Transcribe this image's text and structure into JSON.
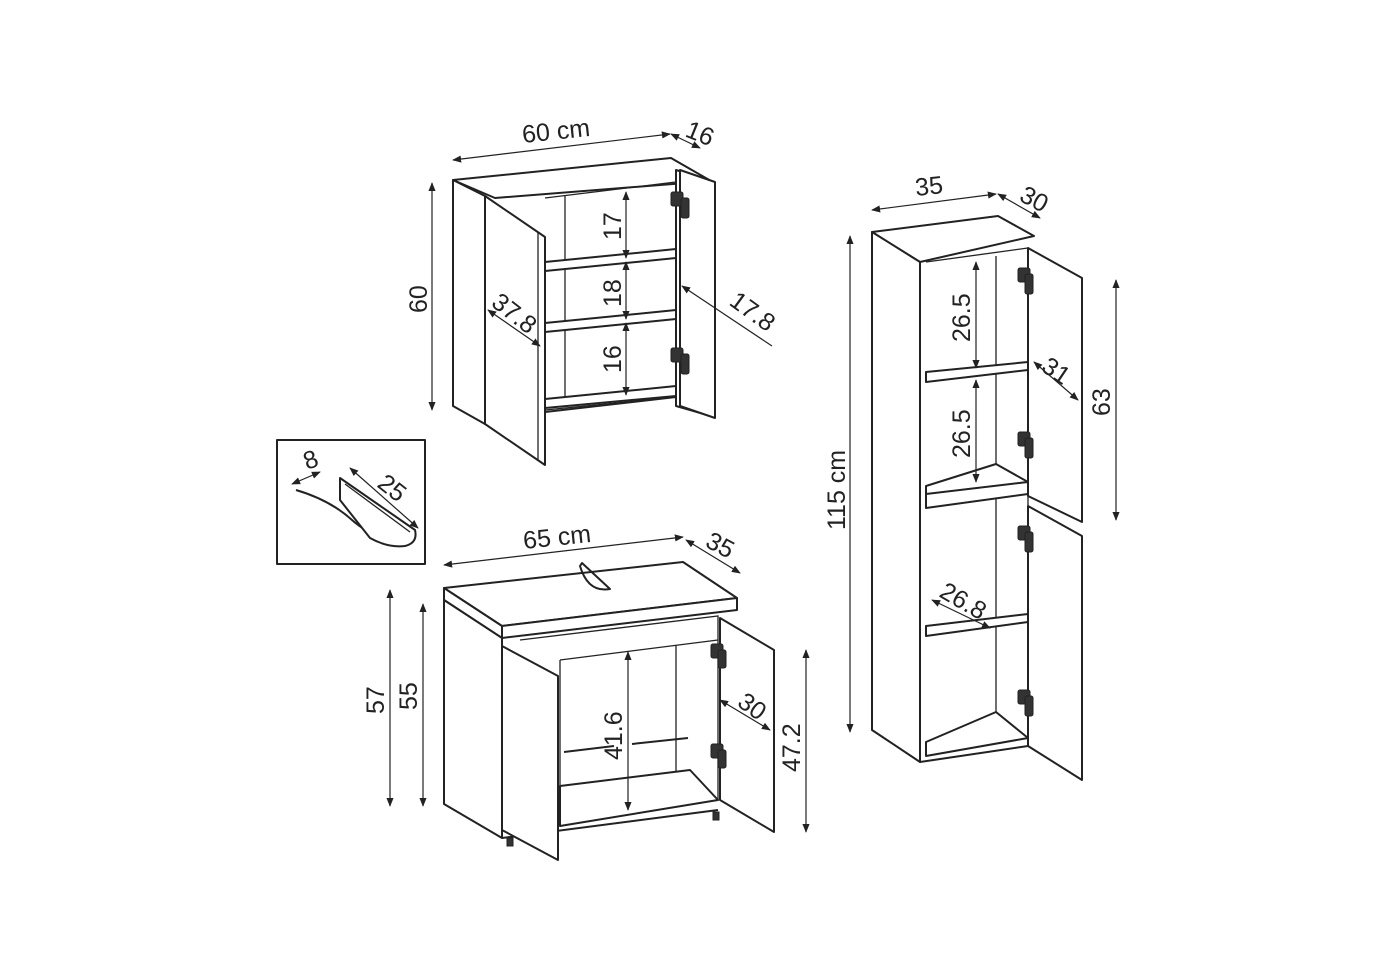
{
  "colors": {
    "line": "#222222",
    "background": "#ffffff"
  },
  "wall_cabinet": {
    "width": "60 cm",
    "depth": "16",
    "height": "60",
    "compartment_top": "17",
    "compartment_middle": "18",
    "compartment_bottom": "16",
    "inner_width": "37.8",
    "door_depth": "17.8"
  },
  "handle_detail": {
    "width": "8",
    "length": "25"
  },
  "vanity_unit": {
    "width": "65 cm",
    "depth": "35",
    "total_height": "57",
    "body_height": "55",
    "inner_height": "41.6",
    "inner_depth": "30",
    "door_height": "47.2"
  },
  "tall_cabinet": {
    "width": "35",
    "depth": "30",
    "height": "115 cm",
    "compartment_top": "26.5",
    "compartment_middle": "26.5",
    "inner_width": "26.8",
    "inner_depth": "31",
    "door_height": "63"
  }
}
